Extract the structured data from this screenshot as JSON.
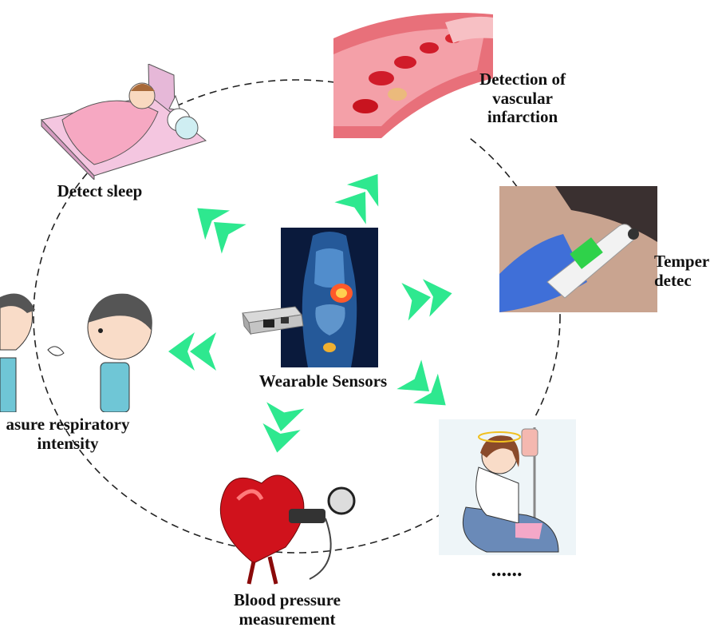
{
  "diagram": {
    "center": {
      "label": "Wearable Sensors"
    },
    "nodes": [
      {
        "id": "sleep",
        "label": "Detect sleep"
      },
      {
        "id": "vascular",
        "label": "Detection of\nvascular\ninfarction"
      },
      {
        "id": "temperature",
        "label": "Temper\ndetec"
      },
      {
        "id": "respiratory",
        "label": "asure respiratory\nintensity"
      },
      {
        "id": "blood-pressure",
        "label": "Blood pressure\nmeasurement"
      },
      {
        "id": "more",
        "label": "......"
      }
    ],
    "colors": {
      "arrow": "#2ee88f",
      "ring": "#222222"
    }
  }
}
